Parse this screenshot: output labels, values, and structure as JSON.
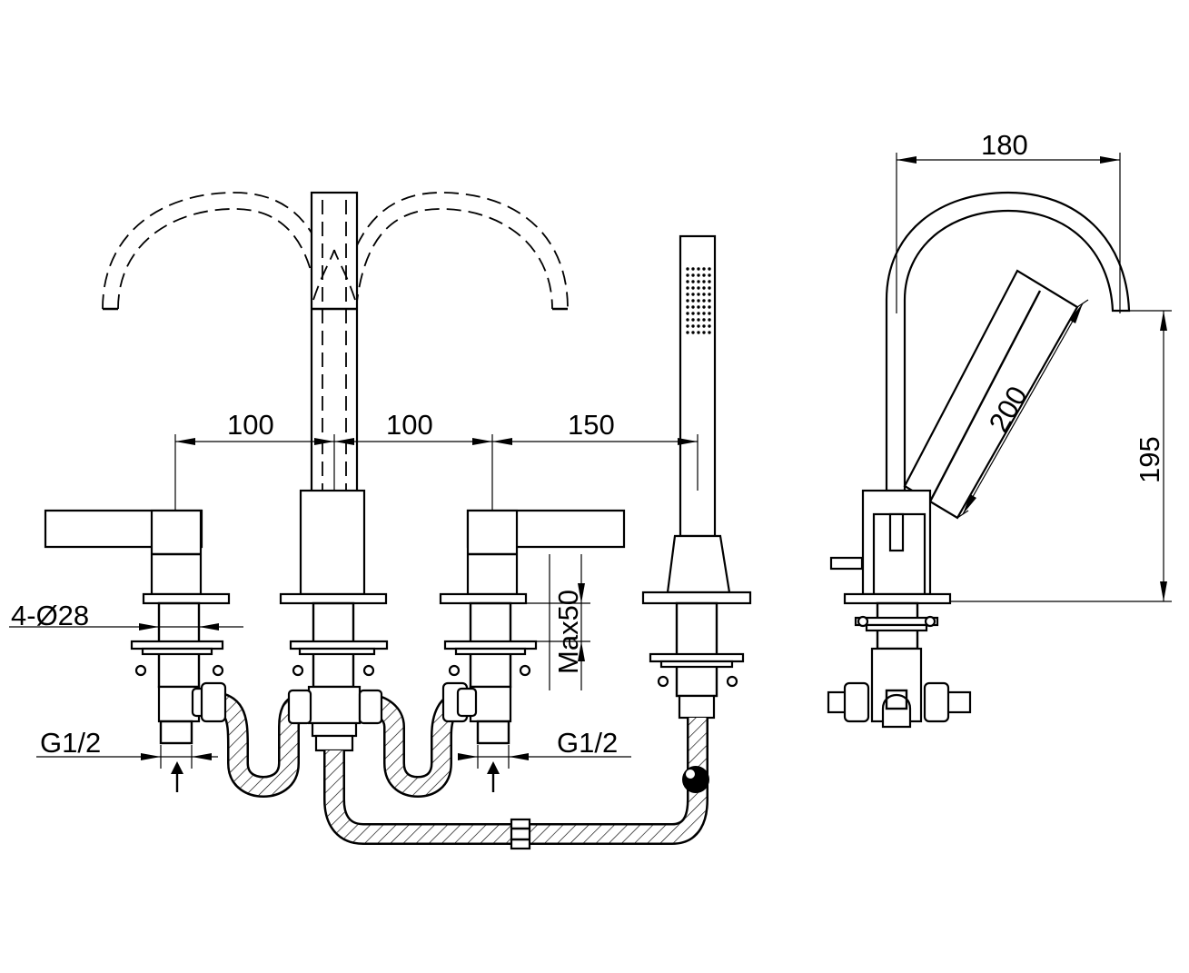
{
  "dimensions": {
    "spacing_left": "100",
    "spacing_middle": "100",
    "spacing_right": "150",
    "hole_diameter": "4-Ø28",
    "max_thickness": "Max50",
    "inlet_left": "G1/2",
    "inlet_right": "G1/2",
    "spout_width": "180",
    "spout_reach": "200",
    "spout_height": "195"
  }
}
